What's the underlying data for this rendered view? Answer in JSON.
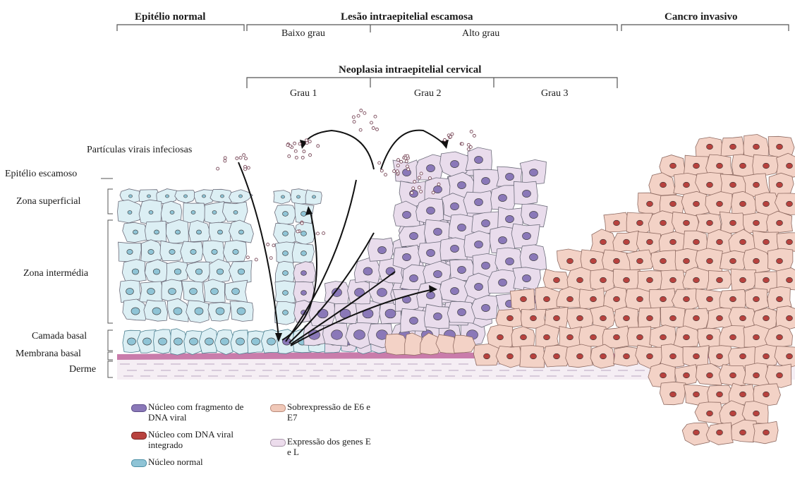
{
  "headers": {
    "normal": "Epitélio normal",
    "lesion": "Lesão intraepitelial escamosa",
    "invasive": "Cancro invasivo",
    "low": "Baixo grau",
    "high": "Alto grau",
    "neoplasia": "Neoplasia intraepitelial cervical",
    "grade1": "Grau 1",
    "grade2": "Grau 2",
    "grade3": "Grau 3"
  },
  "labels": {
    "particles": "Partículas virais infeciosas",
    "squamous": "Epitélio escamoso",
    "superficial": "Zona superficial",
    "intermediate": "Zona intermédia",
    "basal_layer": "Camada basal",
    "basal_membrane": "Membrana basal",
    "dermis": "Derme"
  },
  "legend": [
    {
      "text": "Núcleo com fragmento de DNA viral",
      "color": "#8a78b8"
    },
    {
      "text": "Núcleo com DNA viral integrado",
      "color": "#b8423e"
    },
    {
      "text": "Núcleo normal",
      "color": "#8fc4d6"
    },
    {
      "text": "Sobrexpressão de E6 e E7",
      "color": "#f0c8b8"
    },
    {
      "text": "Expressão dos genes E e L",
      "color": "#ecdcec"
    }
  ],
  "colors": {
    "normal_cell": "#dceff4",
    "normal_nucleus": "#8fc4d6",
    "viral_cell": "#e9dcec",
    "viral_nucleus": "#8a78b8",
    "cancer_cell": "#f3d2c6",
    "cancer_nucleus": "#b8423e",
    "membrane": "#c97cab",
    "dermis": "#f5eef4"
  }
}
